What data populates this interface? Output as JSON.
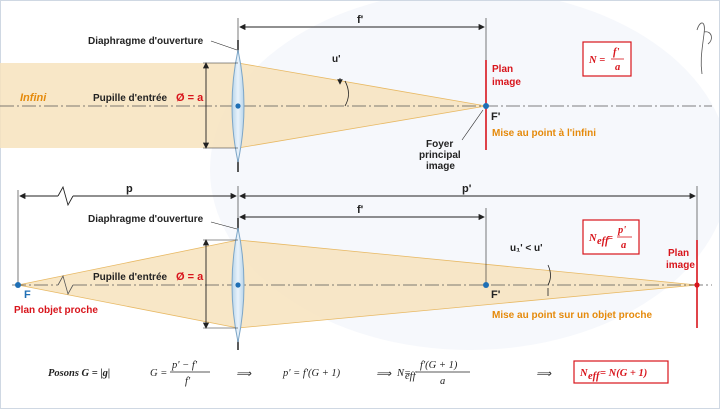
{
  "top": {
    "diaphragm_label": "Diaphragme d'ouverture",
    "focal_label": "f'",
    "angle_label": "u'",
    "infinity_label": "Infini",
    "pupil_label": "Pupille d'entrée",
    "pupil_symbol": "Ø = a",
    "plane_label_1": "Plan",
    "plane_label_2": "image",
    "focus_label": "F'",
    "foyer_1": "Foyer",
    "foyer_2": "principal",
    "foyer_3": "image",
    "mode_label": "Mise au point à l'infini",
    "formula_lhs": "N =",
    "formula_num": "f'",
    "formula_den": "a"
  },
  "bottom": {
    "p_label": "p",
    "pprime_label": "p'",
    "diaphragm_label": "Diaphragme d'ouverture",
    "focal_label": "f'",
    "angle_label": "u₁' < u'",
    "pupil_label": "Pupille d'entrée",
    "pupil_symbol": "Ø = a",
    "object_focus": "F",
    "image_focus": "F'",
    "object_plane": "Plan objet proche",
    "plane_label_1": "Plan",
    "plane_label_2": "image",
    "mode_label": "Mise au point sur un objet proche",
    "formula_lhs": "N",
    "formula_sub": "eff",
    "formula_eq": "=",
    "formula_num": "p'",
    "formula_den": "a"
  },
  "equation": {
    "posons": "Posons G = |g|",
    "eq1_lhs": "G =",
    "eq1_num": "p' − f'",
    "eq1_den": "f'",
    "arrow": "⟹",
    "eq2": "p' = f'(G + 1)",
    "eq3_lhs": "N",
    "eq3_sub": "eff",
    "eq3_eq": "=",
    "eq3_num": "f'(G + 1)",
    "eq3_den": "a",
    "result_lhs": "N",
    "result_sub": "eff",
    "result_rhs": "= N(G + 1)"
  },
  "colors": {
    "beam": "#f6d9a6",
    "accent": "#d8151c",
    "focus_dot": "#1f6fb5"
  }
}
